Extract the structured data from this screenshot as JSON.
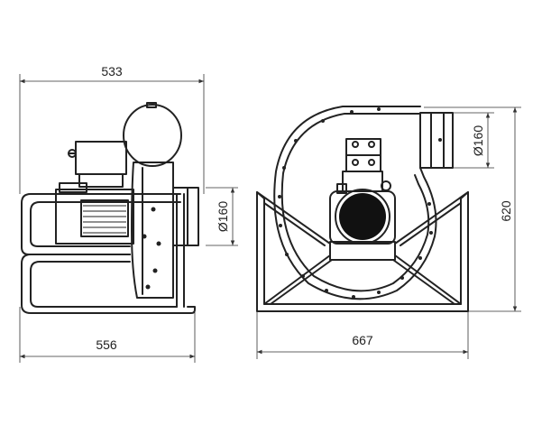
{
  "dimensions": {
    "side_top_width": "533",
    "side_bottom_width": "556",
    "side_outlet_diameter": "Ø160",
    "front_bottom_width": "667",
    "front_height": "620",
    "front_outlet_diameter": "Ø160"
  }
}
